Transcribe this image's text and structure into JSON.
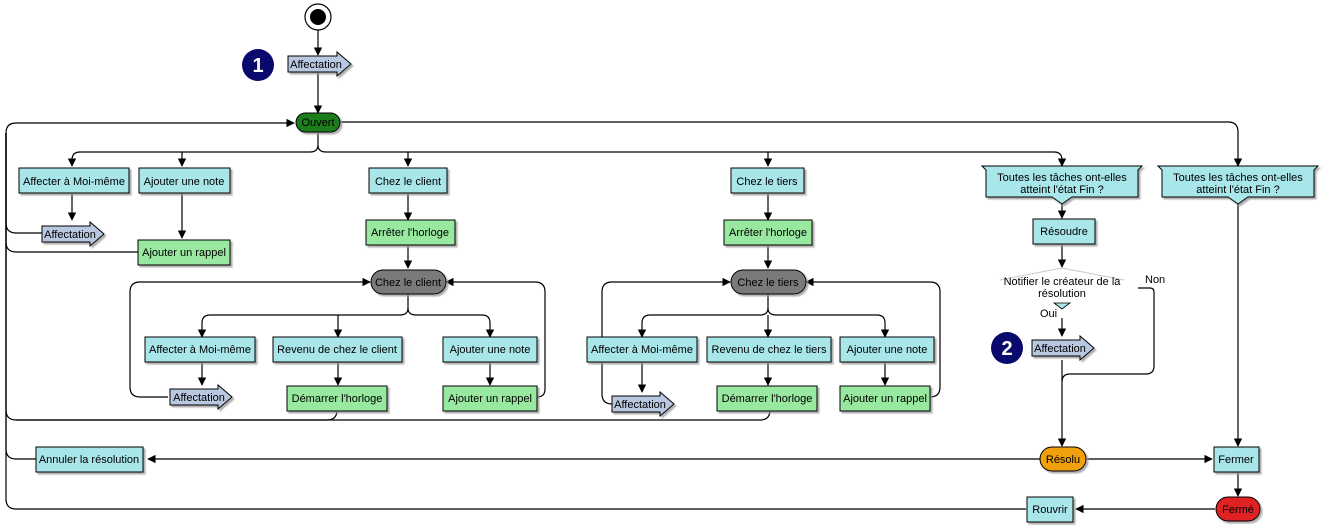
{
  "colors": {
    "task": "#a8e6ea",
    "task_green": "#98e8a0",
    "signal": "#b8c8e0",
    "state_open": "#1f7d1f",
    "state_gray": "#7a7a7a",
    "state_resolved": "#f0a010",
    "state_closed": "#e02020",
    "badge": "#0a0a6e",
    "edge": "#000000"
  },
  "badges": {
    "b1": "1",
    "b2": "2"
  },
  "signals": {
    "s_top": "Affectation",
    "s_left": "Affectation",
    "s_client": "Affectation",
    "s_tiers": "Affectation",
    "s_right": "Affectation"
  },
  "states": {
    "ouvert": "Ouvert",
    "chez_client": "Chez le client",
    "chez_tiers": "Chez le tiers",
    "resolu": "Résolu",
    "ferme": "Fermé"
  },
  "tasks": {
    "affecter_moi_1": "Affecter à Moi-même",
    "ajouter_note_1": "Ajouter une note",
    "ajouter_rappel_1": "Ajouter un rappel",
    "chez_client_task": "Chez le client",
    "arreter_horloge_1": "Arrêter l'horloge",
    "chez_tiers_task": "Chez le tiers",
    "arreter_horloge_2": "Arrêter l'horloge",
    "affecter_moi_2": "Affecter à Moi-même",
    "revenu_client": "Revenu de chez le client",
    "ajouter_note_2": "Ajouter une note",
    "demarrer_horloge_1": "Démarrer l'horloge",
    "ajouter_rappel_2": "Ajouter un rappel",
    "affecter_moi_3": "Affecter à Moi-même",
    "revenu_tiers": "Revenu de chez le tiers",
    "ajouter_note_3": "Ajouter une note",
    "demarrer_horloge_2": "Démarrer l'horloge",
    "ajouter_rappel_3": "Ajouter un rappel",
    "resoudre": "Résoudre",
    "annuler_resolution": "Annuler la résolution",
    "fermer": "Fermer",
    "rouvrir": "Rouvrir"
  },
  "decisions": {
    "taches_1": [
      "Toutes les tâches ont-elles",
      "atteint l'état Fin ?"
    ],
    "taches_2": [
      "Toutes les tâches ont-elles",
      "atteint l'état Fin ?"
    ],
    "notifier": [
      "Notifier le créateur de la",
      "résolution"
    ]
  },
  "edge_labels": {
    "non": "Non",
    "oui": "Oui"
  }
}
